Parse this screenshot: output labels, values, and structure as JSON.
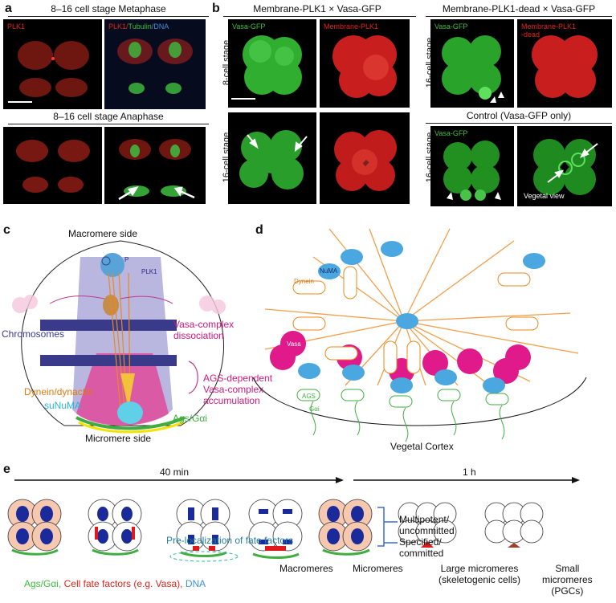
{
  "panel_labels": {
    "a": "a",
    "b": "b",
    "c": "c",
    "d": "d",
    "e": "e"
  },
  "panel_a": {
    "header_top": "8–16 cell stage Metaphase",
    "header_bottom": "8–16 cell stage Anaphase",
    "label_plk1": "PLK1",
    "label_merge_plk1": "PLK1",
    "label_merge_tubulin": "Tubulin",
    "label_merge_dna": "DNA",
    "slash": "/",
    "colors": {
      "plk1": "#e2231a",
      "tubulin": "#3dbf3d",
      "dna": "#3f8fe0"
    }
  },
  "panel_b": {
    "header_left": "Membrane-PLK1 × Vasa-GFP",
    "header_right": "Membrane-PLK1-dead × Vasa-GFP",
    "header_control": "Control (Vasa-GFP only)",
    "row_8cell": "8-cell stage",
    "row_16cell": "16-cell stage",
    "label_vasa": "Vasa-GFP",
    "label_membrane_plk1": "Membrane-PLK1",
    "label_membrane_plk1_dead_1": "Membrane-PLK1",
    "label_membrane_plk1_dead_2": "-dead",
    "label_vegetal": "Vegetal view"
  },
  "panel_c": {
    "macromere_side": "Macromere side",
    "micromere_side": "Micromere side",
    "plk1": "PLK1",
    "p": "P",
    "chromosomes": "Chromosomes",
    "vasa_dissociation_1": "Vasa-complex",
    "vasa_dissociation_2": "dissociation",
    "ags_accum_1": "AGS-dependent",
    "ags_accum_2": "Vasa-complex",
    "ags_accum_3": "accumulation",
    "dynein": "Dynein/dynactin",
    "sunuma": "suNuMA",
    "ags_gai": "Ags/Gαi"
  },
  "panel_d": {
    "numa": "NuMA",
    "dynein": "Dynein",
    "vasa": "Vasa",
    "ags": "AGS",
    "gai": "Gαi",
    "vegetal_cortex": "Vegetal Cortex"
  },
  "panel_e": {
    "time_1": "40 min",
    "time_2": "1 h",
    "multipotent_1": "Multipotent/",
    "multipotent_2": "uncommitted",
    "specified_1": "Specified/",
    "specified_2": "committed",
    "prelocalization": "Pre-localization of fate factors",
    "macromeres": "Macromeres",
    "micromeres": "Micromeres",
    "large_micromeres_1": "Large micromeres",
    "large_micromeres_2": "(skeletogenic cells)",
    "small_micromeres_1": "Small",
    "small_micromeres_2": "micromeres",
    "small_micromeres_3": "(PGCs)",
    "legend_ags": "Ags/Gαi",
    "legend_sep1": ", ",
    "legend_fate": "Cell fate factors (e.g. Vasa)",
    "legend_sep2": ", ",
    "legend_dna": "DNA"
  }
}
